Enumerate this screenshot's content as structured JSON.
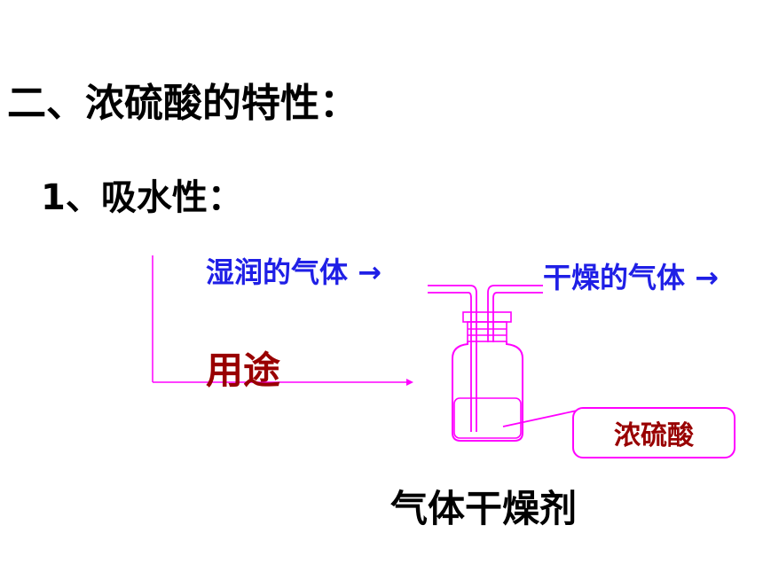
{
  "heading": "二、浓硫酸的特性：",
  "subheading": "1、吸水性：",
  "diagram": {
    "inlet_label": "湿润的气体 →",
    "outlet_label": "干燥的气体 →",
    "usage_label": "用途",
    "acid_label": "浓硫酸",
    "caption": "气体干燥剂"
  },
  "colors": {
    "label_blue": "#1f1fe6",
    "accent_red": "#990000",
    "apparatus_magenta": "#ff00ff"
  }
}
